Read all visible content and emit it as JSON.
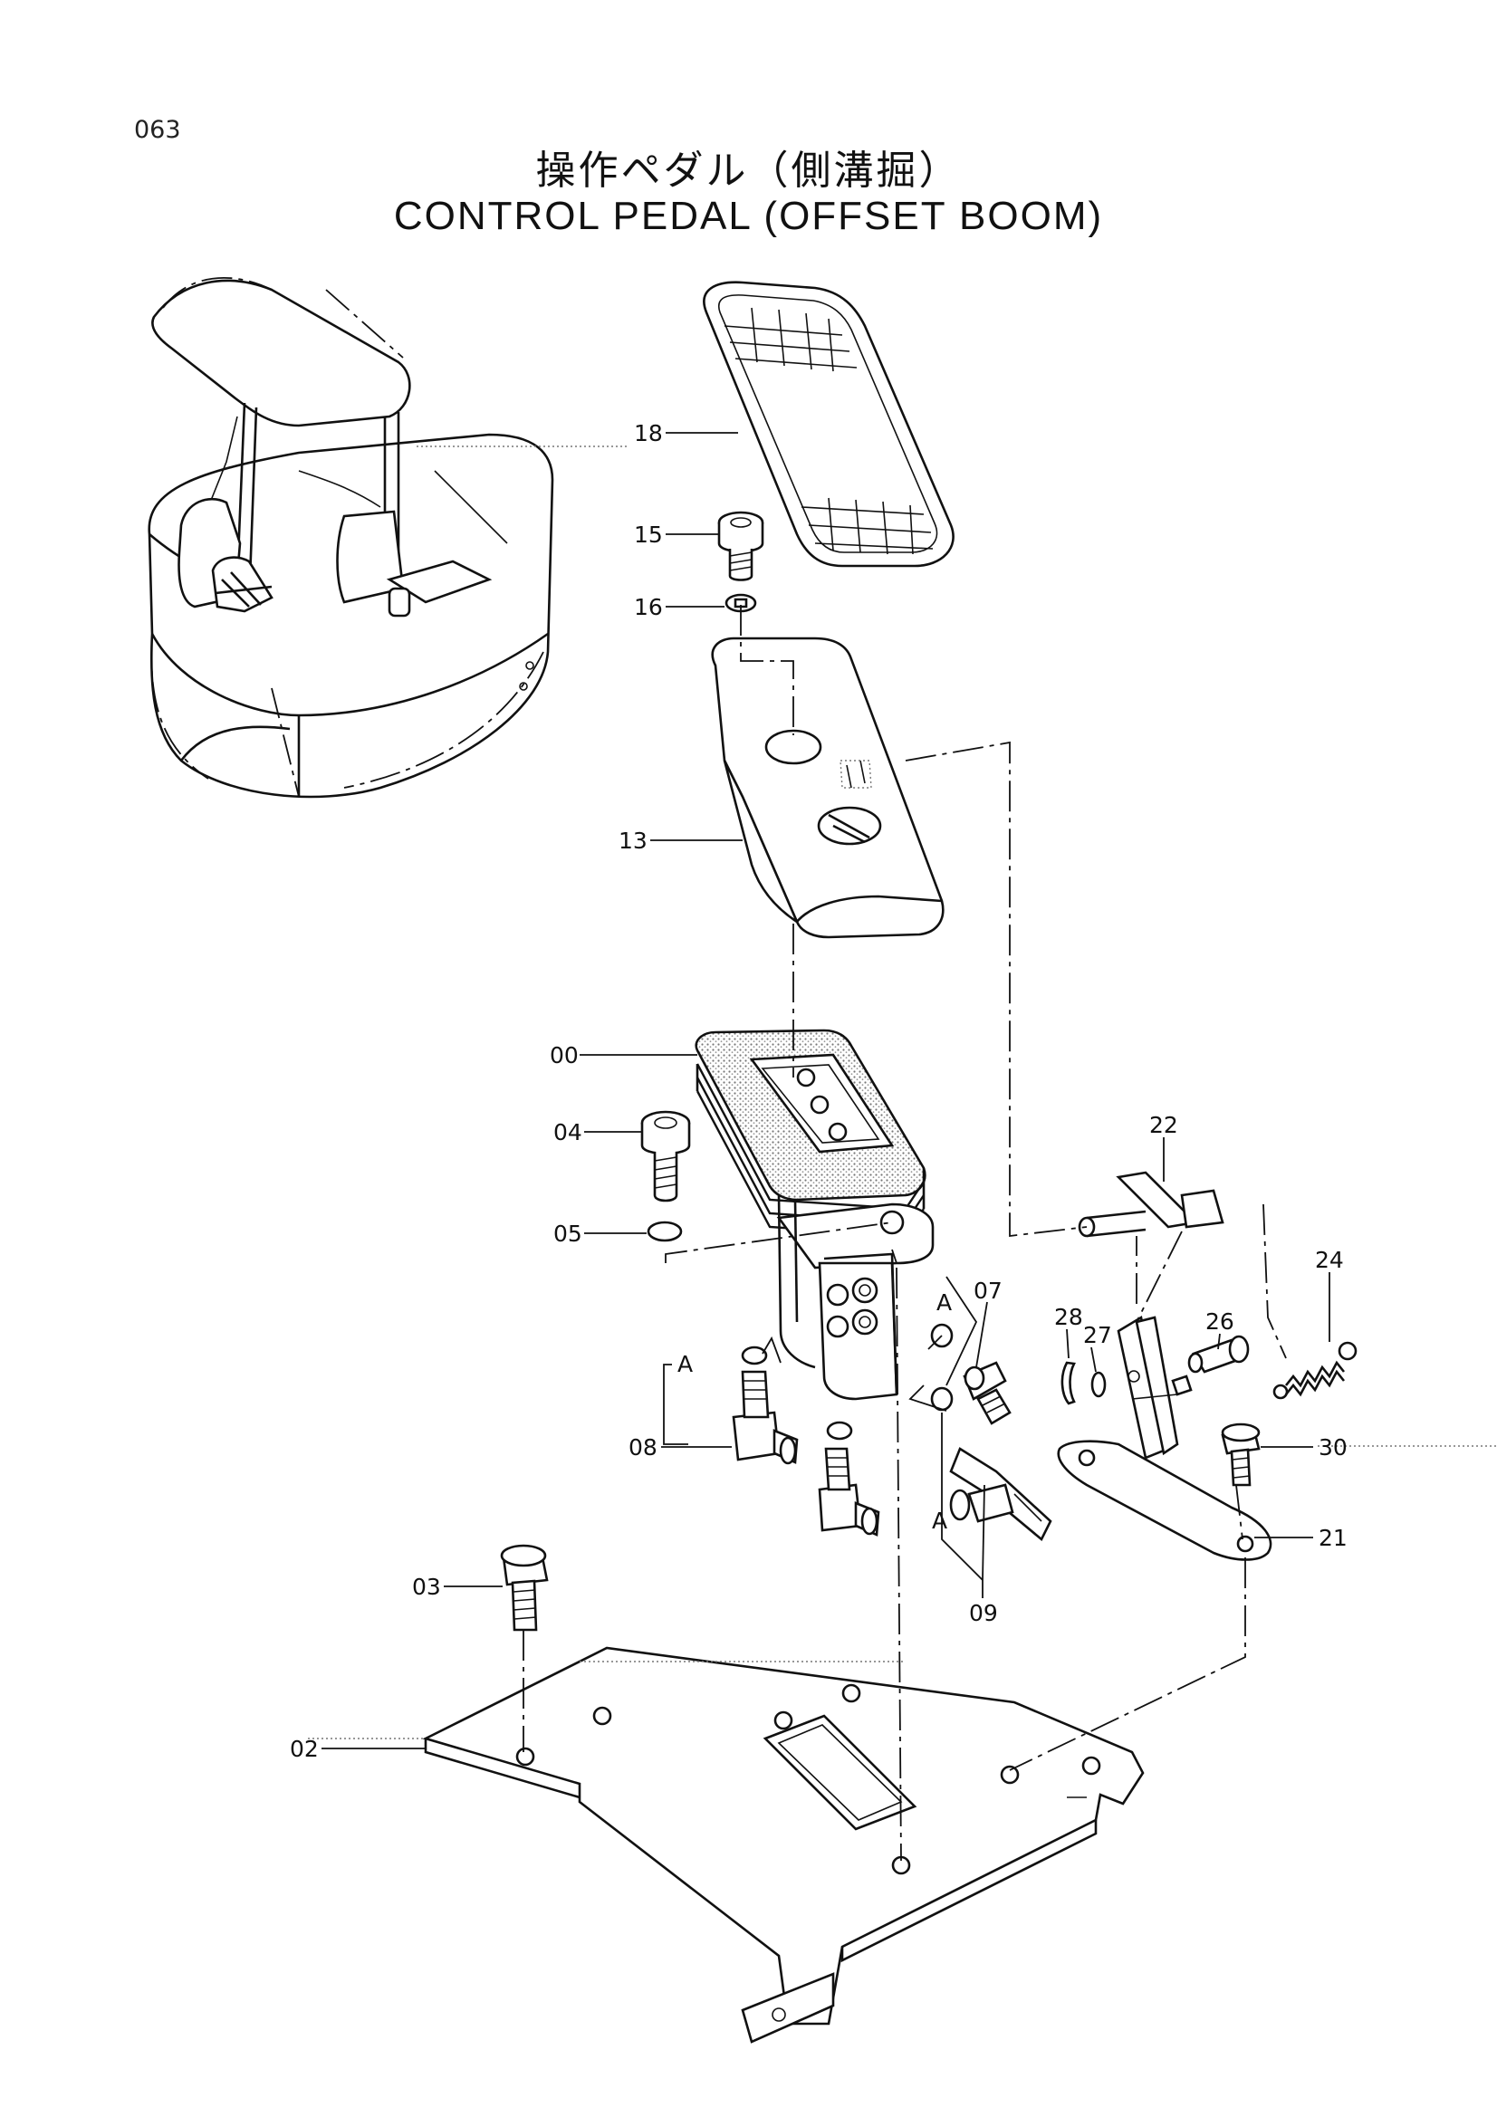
{
  "page_number": "063",
  "title_jp": "操作ペダル（側溝掘）",
  "title_en": "CONTROL PEDAL (OFFSET BOOM)",
  "part_labels": {
    "p18": "18",
    "p15": "15",
    "p16": "16",
    "p13": "13",
    "p00": "00",
    "p04": "04",
    "p05": "05",
    "p22": "22",
    "p07": "07",
    "p24": "24",
    "p28": "28",
    "p27": "27",
    "p26": "26",
    "p08": "08",
    "p30": "30",
    "p21": "21",
    "p03": "03",
    "p09": "09",
    "p02": "02"
  },
  "connection_labels": {
    "a1": "A",
    "a2": "A",
    "a3": "A"
  }
}
